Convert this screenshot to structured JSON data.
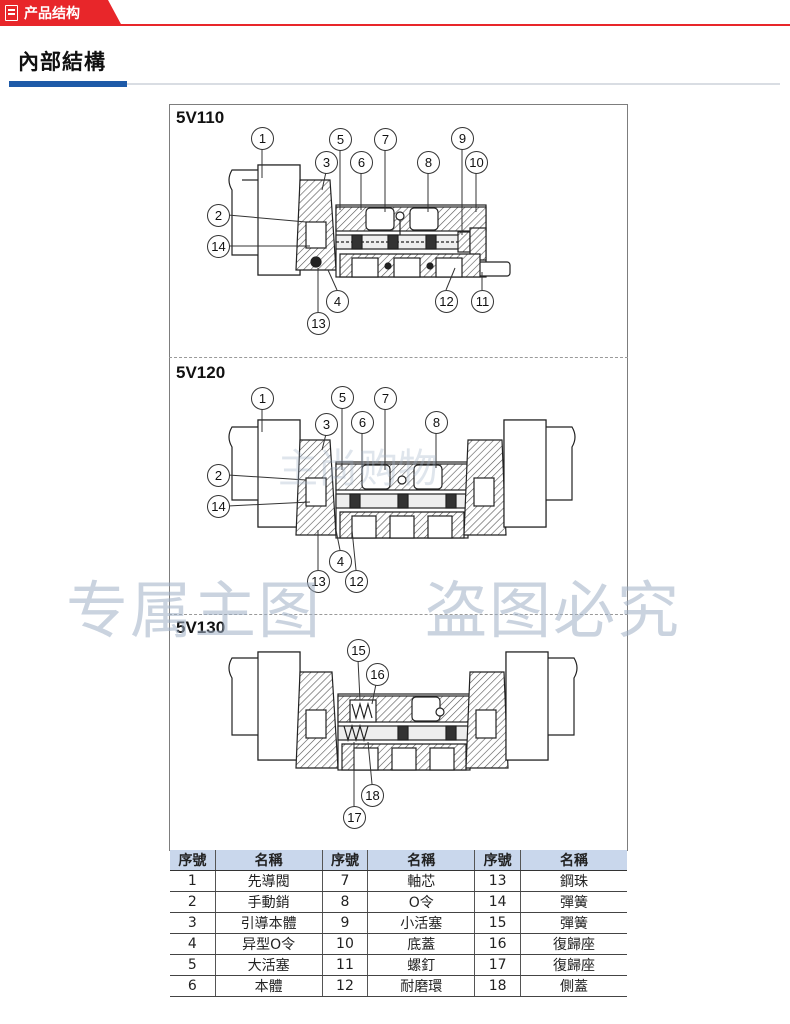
{
  "header": {
    "tag_label": "产品结构",
    "tag_icon": "document-icon",
    "tag_color": "#e8262a"
  },
  "section": {
    "title": "內部結構",
    "accent_color": "#1e5aa8"
  },
  "diagrams": [
    {
      "model": "5V110",
      "callouts": [
        "1",
        "2",
        "3",
        "4",
        "5",
        "6",
        "7",
        "8",
        "9",
        "10",
        "11",
        "12",
        "13",
        "14"
      ]
    },
    {
      "model": "5V120",
      "callouts": [
        "1",
        "2",
        "3",
        "4",
        "5",
        "6",
        "7",
        "8",
        "12",
        "13",
        "14"
      ]
    },
    {
      "model": "5V130",
      "callouts": [
        "15",
        "16",
        "17",
        "18"
      ]
    }
  ],
  "watermarks": {
    "line1": "专属主图",
    "line2": "盗图必究",
    "faint": "主尚购物"
  },
  "parts_table": {
    "headers": [
      "序號",
      "名稱",
      "序號",
      "名稱",
      "序號",
      "名稱"
    ],
    "rows": [
      [
        "1",
        "先導閥",
        "7",
        "軸芯",
        "13",
        "鋼珠"
      ],
      [
        "2",
        "手動銷",
        "8",
        "O令",
        "14",
        "彈簧"
      ],
      [
        "3",
        "引導本體",
        "9",
        "小活塞",
        "15",
        "彈簧"
      ],
      [
        "4",
        "异型O令",
        "10",
        "底蓋",
        "16",
        "復歸座"
      ],
      [
        "5",
        "大活塞",
        "11",
        "螺釘",
        "17",
        "復歸座"
      ],
      [
        "6",
        "本體",
        "12",
        "耐磨環",
        "18",
        "側蓋"
      ]
    ]
  }
}
